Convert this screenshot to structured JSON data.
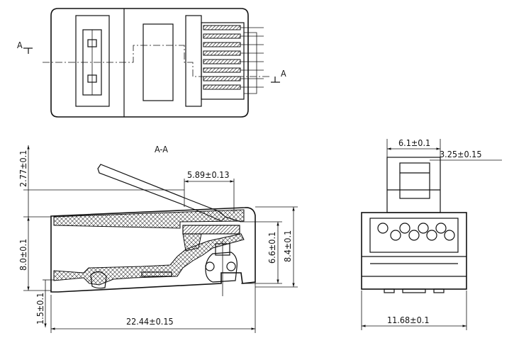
{
  "section_label": "A-A",
  "cut_marker_left": "A",
  "cut_marker_right": "A",
  "dims": {
    "height_top": "2.77±0.1",
    "height_body": "8.0±0.1",
    "height_base": "1.5±0.1",
    "length": "22.44±0.15",
    "latch_offset": "5.89±0.13",
    "height_inner": "6.6±0.1",
    "height_total": "8.4±0.1",
    "front_width_top": "6.1±0.1",
    "front_latch": "3.25±0.15",
    "front_width": "11.68±0.1"
  }
}
